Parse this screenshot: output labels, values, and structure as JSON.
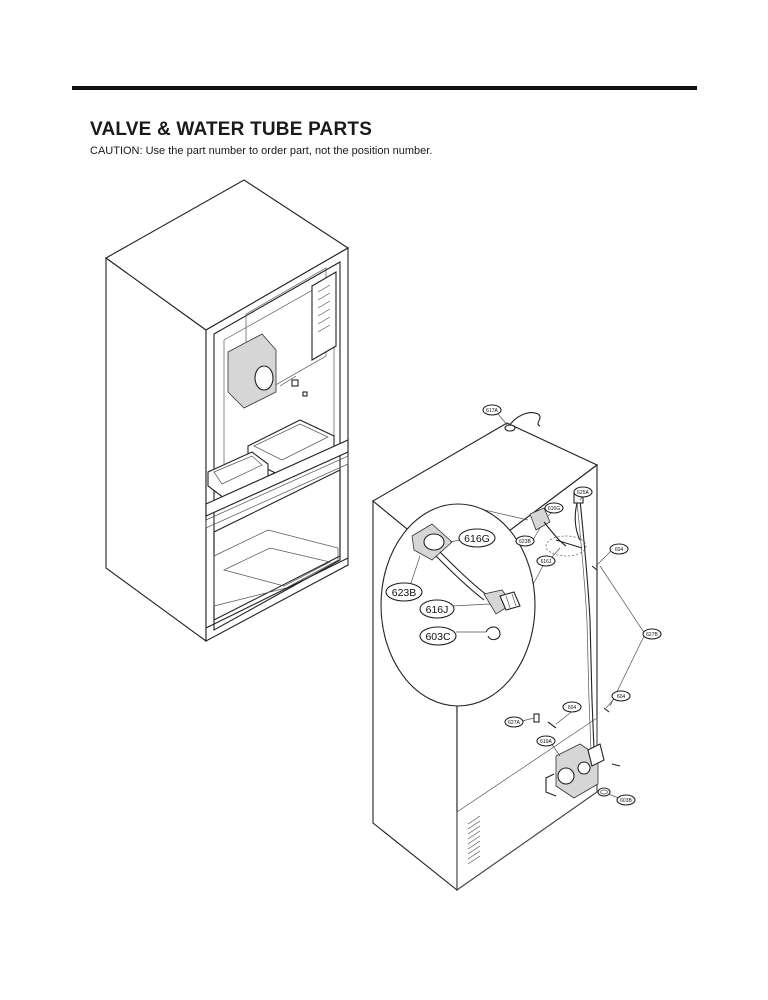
{
  "page": {
    "title": "VALVE & WATER TUBE PARTS",
    "caution": "CAUTION: Use the part number to order part, not the position number."
  },
  "callouts": {
    "zoom": {
      "p616G": "616G",
      "p623B": "623B",
      "p616J": "616J",
      "p603C": "603C"
    },
    "back": {
      "p617A": "617A",
      "p616G": "616G",
      "p625A": "625A",
      "p623B": "623B",
      "p616J": "616J",
      "p604a": "604",
      "p627B": "627B",
      "p604b": "604",
      "p604c": "604",
      "p627A": "627A",
      "p619A": "619A",
      "p603B": "603B"
    }
  }
}
